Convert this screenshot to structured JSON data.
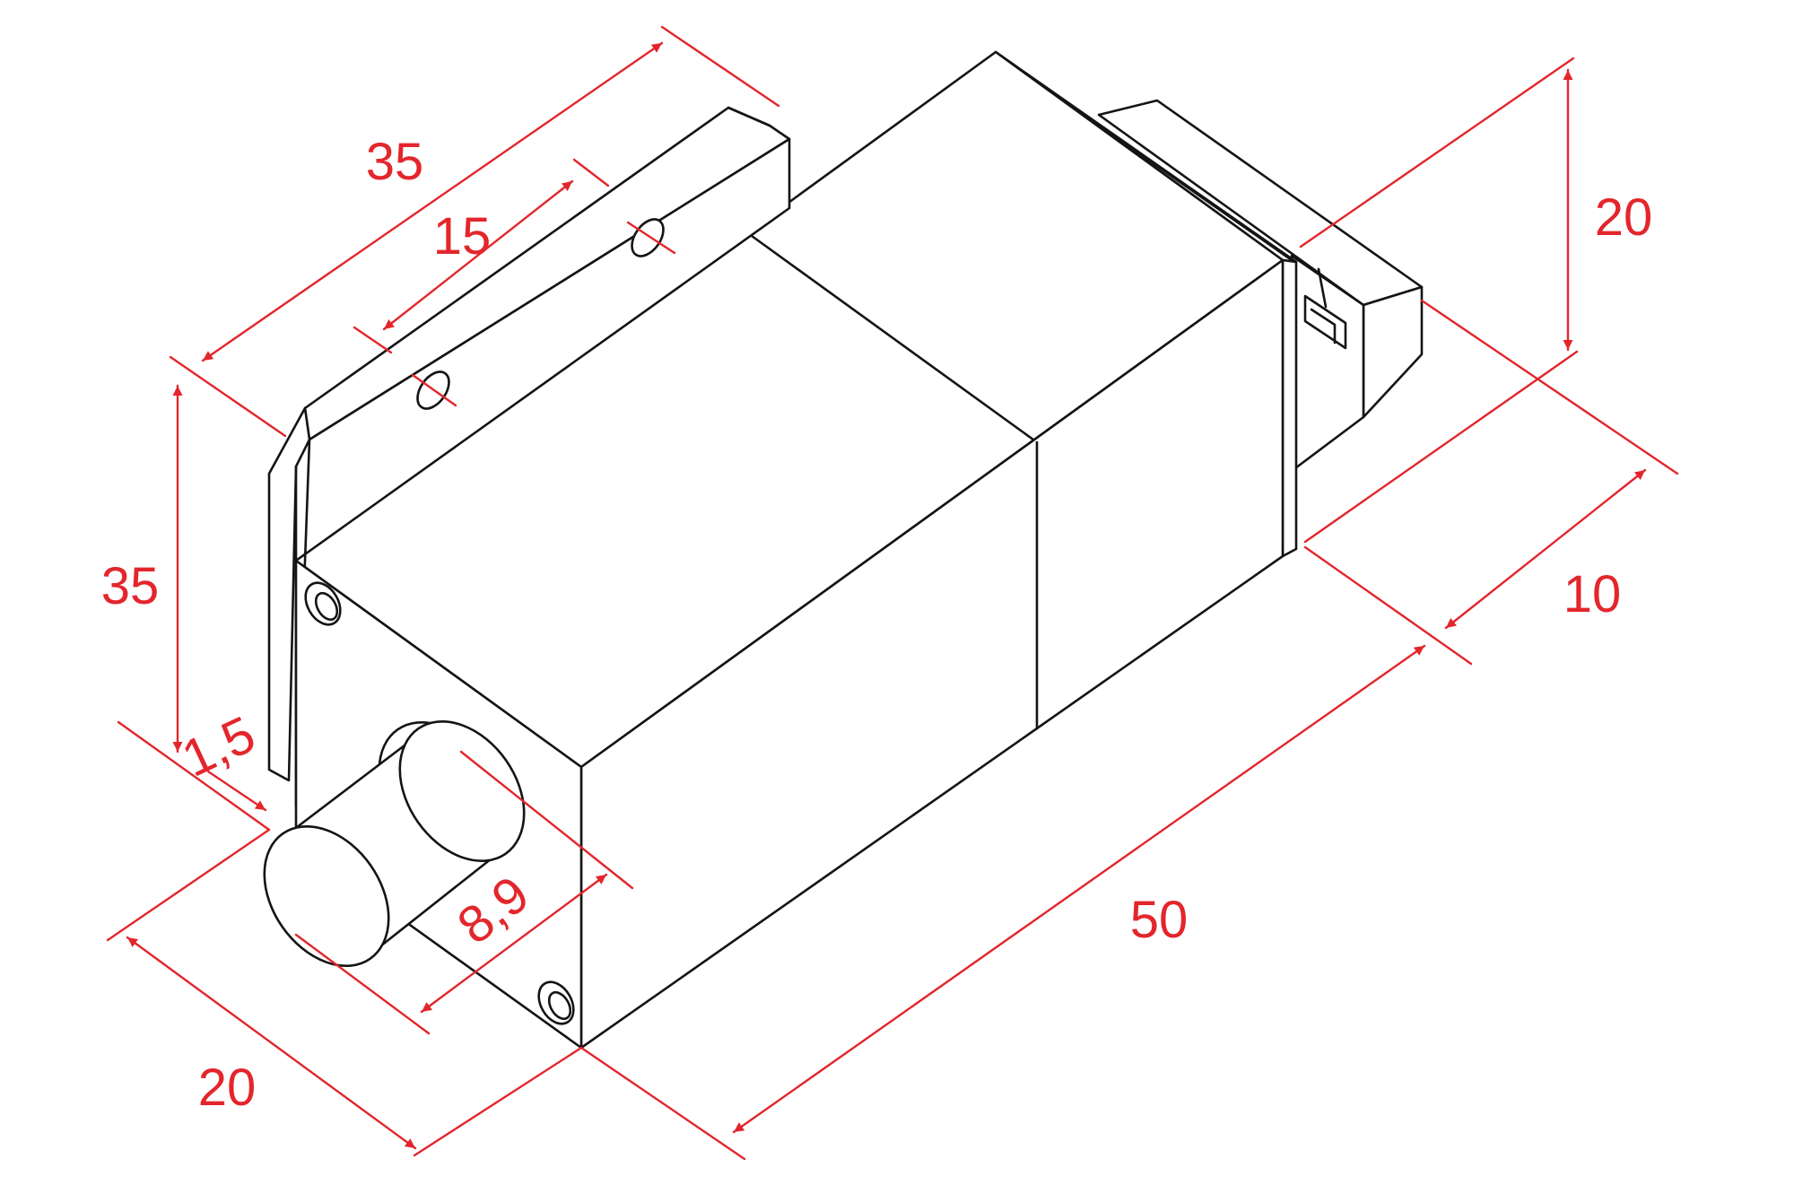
{
  "colors": {
    "dimension": "#e3262c",
    "outline": "#141414",
    "background": "#ffffff"
  },
  "dimensions": {
    "flange_length": "35",
    "hole_spacing": "15",
    "flange_height": "35",
    "flange_thickness": "1,5",
    "body_width": "20",
    "knob_diameter": "8,9",
    "body_length": "50",
    "body_height": "20",
    "rear_depth": "10"
  }
}
